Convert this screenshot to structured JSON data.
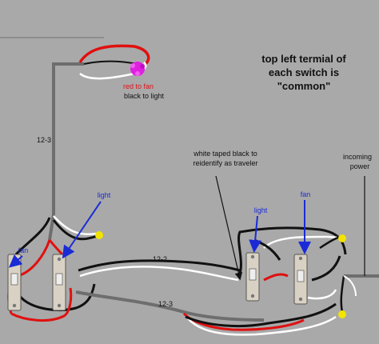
{
  "labels": {
    "note_line1": "top left termial of",
    "note_line2": "each switch is",
    "note_line3": "\"common\"",
    "red_to_fan": "red to fan",
    "black_to_light": "black to light",
    "cable_123_left": "12-3",
    "white_taped_line1": "white taped black to",
    "white_taped_line2": "reidentify as traveler",
    "incoming_line1": "incoming",
    "incoming_line2": "power",
    "light_left": "light",
    "fan_left": "fan",
    "light_mid": "light",
    "fan_mid": "fan",
    "cable_122": "12-2",
    "cable_123_bottom": "12-3"
  },
  "colors": {
    "background": "#a9a9a9",
    "wire_gray": "#6e6e6e",
    "wire_black": "#111111",
    "wire_red": "#e01010",
    "wire_white": "#ffffff",
    "wire_blue_arrow": "#1a2bd6",
    "wire_nut_magenta": "#e020e0",
    "wire_nut_yellow": "#f2e400",
    "switch_body": "#d9d2c4"
  },
  "icons": [
    "wire-nut-magenta-icon",
    "wire-nut-yellow-icon",
    "light-switch-icon"
  ]
}
